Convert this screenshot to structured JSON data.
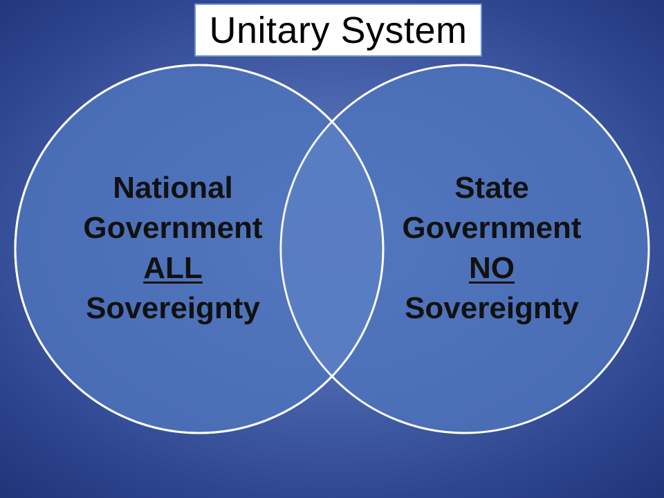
{
  "title": "Unitary System",
  "colors": {
    "background": "#3f5aa3",
    "circle_fill": "#4e74bc",
    "circle_stroke": "#ffffff",
    "title_border": "#6f8fcf"
  },
  "diagram": {
    "type": "venn",
    "sets": [
      {
        "line1": "National",
        "line2": "Government",
        "line3": "ALL",
        "line4": "Sovereignty"
      },
      {
        "line1": "State",
        "line2": "Government",
        "line3": "NO",
        "line4": "Sovereignty"
      }
    ]
  }
}
